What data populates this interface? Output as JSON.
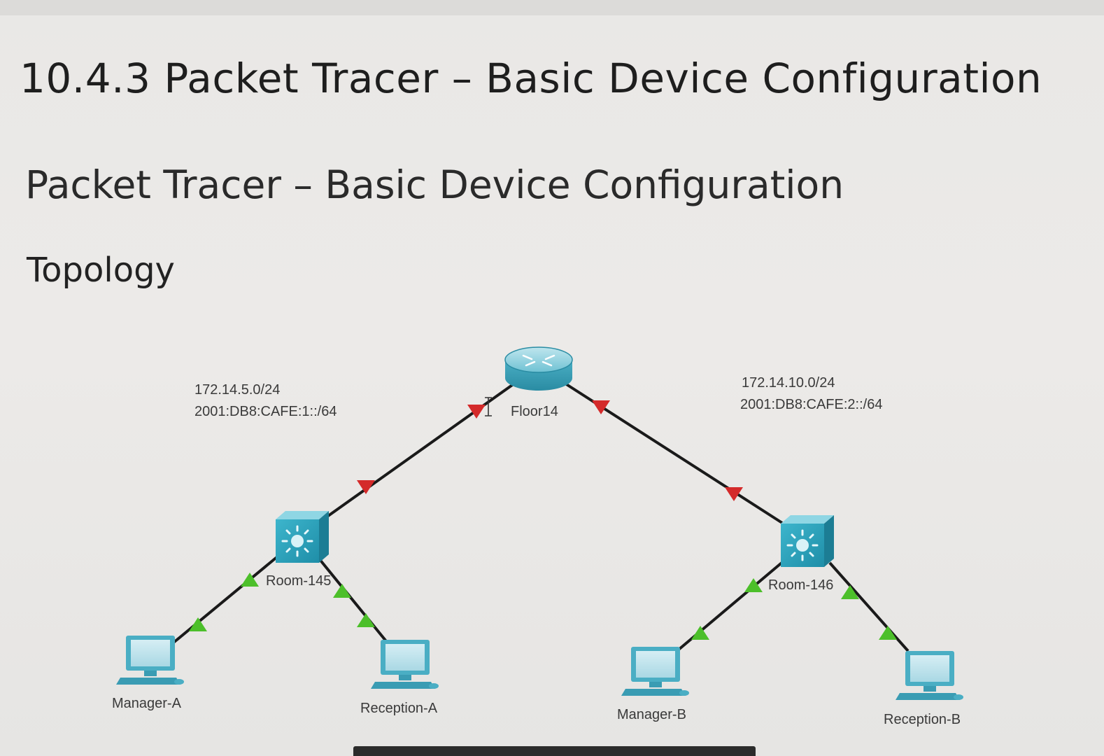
{
  "header": {
    "lesson_title": "10.4.3 Packet Tracer – Basic Device Configuration",
    "activity_title": "Packet Tracer – Basic Device Configuration",
    "section_title": "Topology"
  },
  "topology": {
    "router": {
      "name": "Floor14",
      "icon": "router-icon"
    },
    "switches": [
      {
        "name": "Room-145",
        "icon": "multilayer-switch-icon"
      },
      {
        "name": "Room-146",
        "icon": "multilayer-switch-icon"
      }
    ],
    "pcs": [
      {
        "name": "Manager-A",
        "icon": "pc-icon"
      },
      {
        "name": "Reception-A",
        "icon": "pc-icon"
      },
      {
        "name": "Manager-B",
        "icon": "pc-icon"
      },
      {
        "name": "Reception-B",
        "icon": "pc-icon"
      }
    ],
    "networks": [
      {
        "ipv4": "172.14.5.0/24",
        "ipv6": "2001:DB8:CAFE:1::/64"
      },
      {
        "ipv4": "172.14.10.0/24",
        "ipv6": "2001:DB8:CAFE:2::/64"
      }
    ],
    "link_status_colors": {
      "down": "#d42a2a",
      "up": "#4cbf2a"
    }
  }
}
